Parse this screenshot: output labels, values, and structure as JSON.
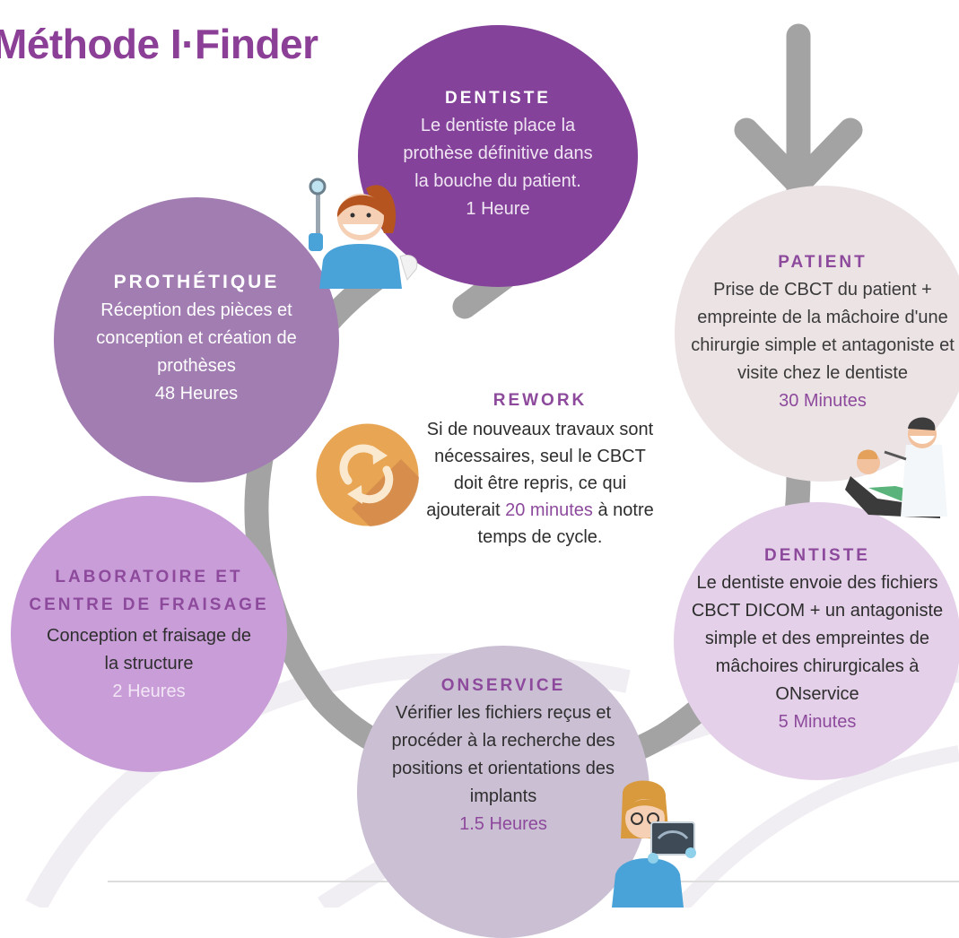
{
  "title": "Méthode I·Finder",
  "steps": {
    "dentiste_place": {
      "heading": "DENTISTE",
      "description": "Le dentiste place la prothèse définitive dans la bouche du patient.",
      "duration": "1 Heure"
    },
    "prothetique": {
      "heading": "PROTHÉTIQUE",
      "description": "Réception des pièces et conception et création de prothèses",
      "duration": "48 Heures"
    },
    "patient": {
      "heading": "PATIENT",
      "description": "Prise de CBCT du patient + empreinte de la mâchoire d'une chirurgie simple et antagoniste et visite chez le dentiste",
      "duration": "30 Minutes"
    },
    "laboratoire": {
      "heading_line1": "LABORATOIRE ET",
      "heading_line2": "CENTRE DE FRAISAGE",
      "description": "Conception et fraisage de la structure",
      "duration": "2 Heures"
    },
    "dentiste_envoie": {
      "heading": "DENTISTE",
      "description": "Le dentiste envoie des fichiers CBCT DICOM + un antagoniste simple et des empreintes de mâchoires chirurgicales à ONservice",
      "duration": "5 Minutes"
    },
    "onservice": {
      "heading": "ONSERVICE",
      "description": "Vérifier les fichiers reçus et procéder à la recherche des positions et orientations des implants",
      "duration": "1.5 Heures"
    }
  },
  "rework": {
    "heading": "REWORK",
    "text_before": "Si de nouveaux travaux sont nécessaires, seul le CBCT doit être repris, ce qui ajouterait ",
    "highlight": "20 minutes",
    "text_after": " à notre temps de cycle."
  },
  "colors": {
    "brand_purple": "#8c3f96",
    "dentiste1": "#84429a",
    "prothetique": "#a27db2",
    "patient": "#ece3e5",
    "laboratoire": "#c99ed8",
    "dentiste2": "#e4d1e9",
    "onservice": "#cbbfd4",
    "arrow": "#a3a3a3",
    "rework_icon": "#e8a654"
  },
  "icons": {
    "rework": "refresh-cycle-icon",
    "dentist_illustration": "female-dentist-illustration",
    "patient_illustration": "dentist-with-patient-illustration",
    "technician_illustration": "radiology-technician-illustration"
  }
}
